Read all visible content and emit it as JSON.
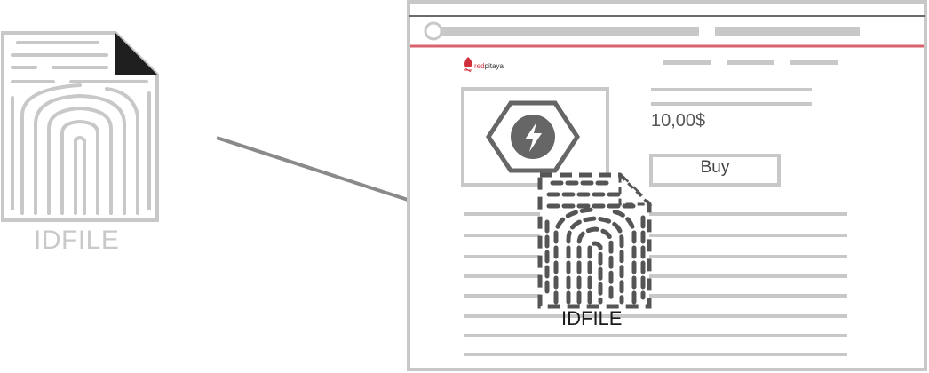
{
  "left_file": {
    "label": "IDFILE",
    "icon": "fingerprint-document-icon"
  },
  "browser": {
    "logo": {
      "prefix": "red",
      "suffix": "pitaya",
      "icon": "flame-logo-icon"
    },
    "product": {
      "icon": "lightning-hexagon-icon",
      "price": "10,00$",
      "buy_label": "Buy"
    },
    "dropped_file": {
      "label": "IDFILE",
      "icon": "fingerprint-document-dashed-icon"
    }
  },
  "arrow": {
    "icon": "arrow-icon"
  },
  "colors": {
    "outline": "#c8c8c8",
    "arrow": "#8a8a8a",
    "accent_line": "#d8626b",
    "dark": "#2b2b2b"
  }
}
